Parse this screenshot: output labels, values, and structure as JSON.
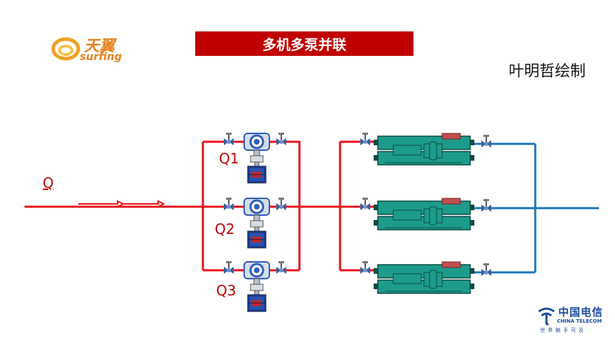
{
  "title": "多机多泵并联",
  "author": "叶明哲绘制",
  "labels": {
    "q": "Q",
    "q1": "Q1",
    "q2": "Q2",
    "q3": "Q3"
  },
  "logo_left": {
    "main": "天翼",
    "sub": "surfing"
  },
  "logo_right": {
    "cn": "中国电信",
    "en": "CHINA TELECOM",
    "slogan": "世界触手可及"
  },
  "colors": {
    "supply_pipe": "#e8101a",
    "return_pipe": "#1b75bb",
    "title_bg": "#c00000",
    "chiller": "#1c9b8b",
    "pump_housing": "#2d5cbf",
    "valve": "#3a5f9e"
  }
}
